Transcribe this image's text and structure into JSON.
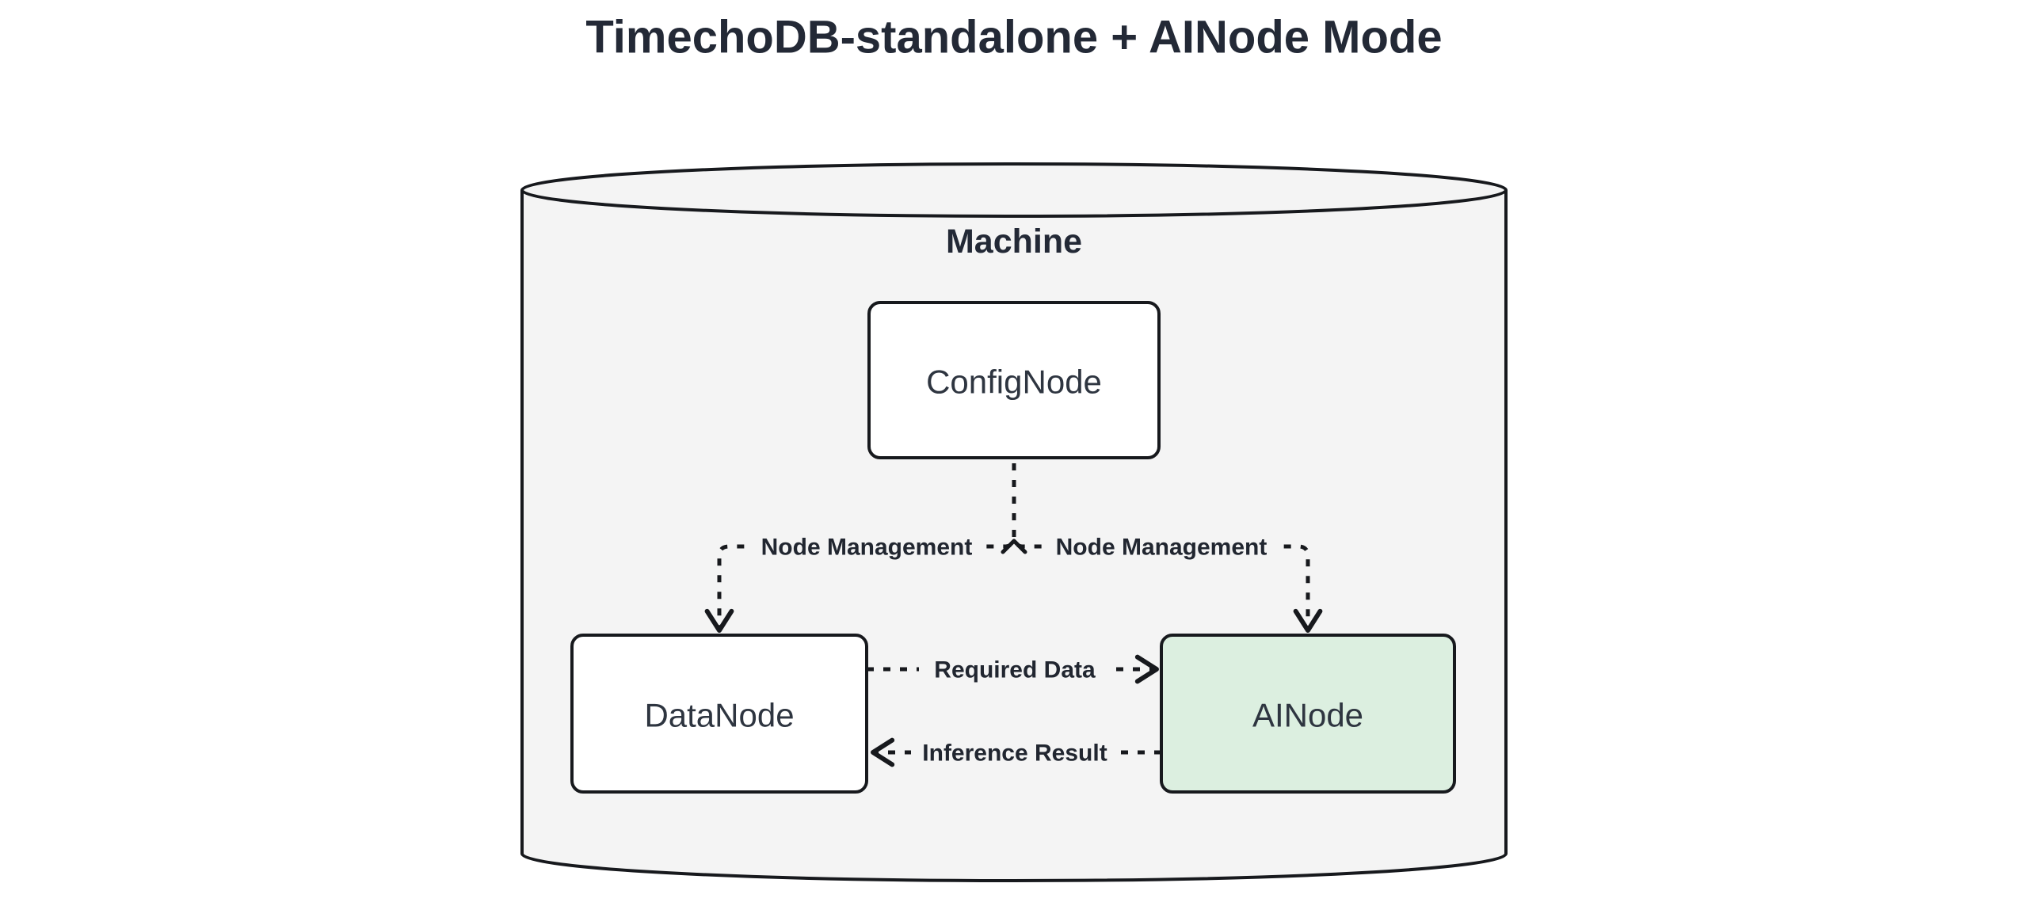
{
  "diagram": {
    "type": "flowchart",
    "title": "TimechoDB-standalone + AINode Mode",
    "container": {
      "label": "Machine",
      "shape": "cylinder"
    },
    "nodes": [
      {
        "id": "confignode",
        "label": "ConfigNode",
        "fill": "white"
      },
      {
        "id": "datanode",
        "label": "DataNode",
        "fill": "white"
      },
      {
        "id": "ainode",
        "label": "AINode",
        "fill": "green",
        "highlighted": true
      }
    ],
    "edges": [
      {
        "from": "ConfigNode",
        "to": "DataNode",
        "label": "Node Management",
        "style": "dashed-arrow"
      },
      {
        "from": "ConfigNode",
        "to": "AINode",
        "label": "Node Management",
        "style": "dashed-arrow"
      },
      {
        "from": "DataNode",
        "to": "AINode",
        "label": "Required Data",
        "style": "dashed-arrow"
      },
      {
        "from": "AINode",
        "to": "DataNode",
        "label": "Inference Result",
        "style": "dashed-arrow"
      }
    ],
    "colors": {
      "background": "#ffffff",
      "container_fill": "#f4f4f4",
      "stroke": "#17191d",
      "node_fill": "#ffffff",
      "ainode_fill": "#dcefe0",
      "title_text": "#232936",
      "node_text": "#2e3540",
      "label_text": "#212630"
    }
  }
}
